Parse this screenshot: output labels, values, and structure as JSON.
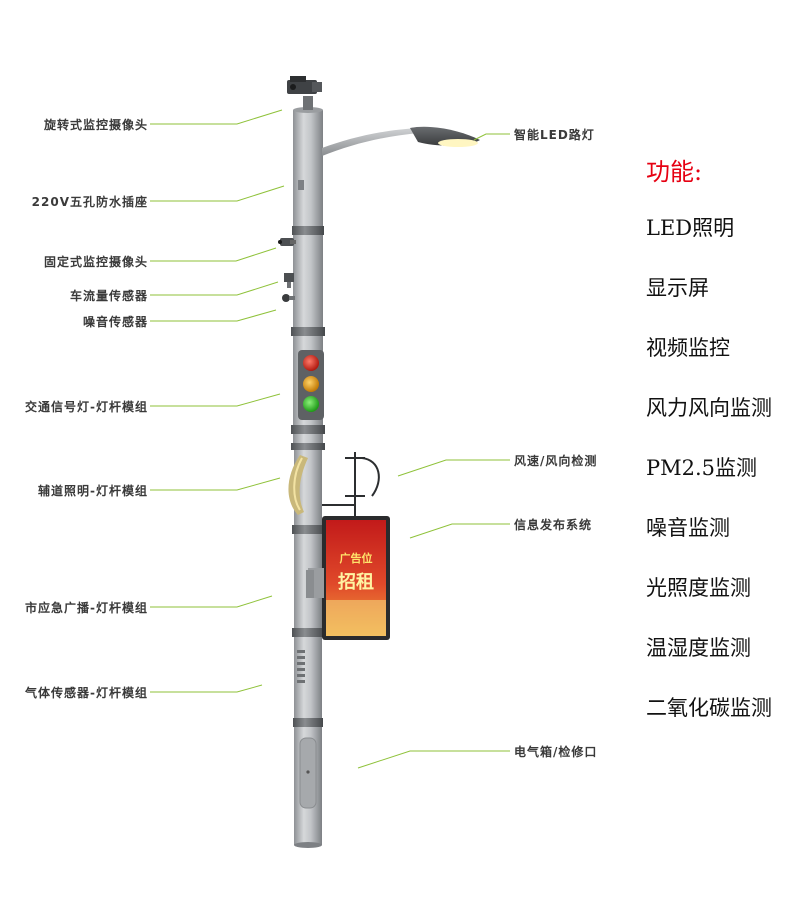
{
  "left_labels": [
    {
      "id": "rotating-camera",
      "text": "旋转式监控摄像头"
    },
    {
      "id": "socket",
      "text": "220V五孔防水插座"
    },
    {
      "id": "fixed-camera",
      "text": "固定式监控摄像头"
    },
    {
      "id": "traffic-sensor",
      "text": "车流量传感器"
    },
    {
      "id": "noise-sensor",
      "text": "噪音传感器"
    },
    {
      "id": "traffic-light",
      "text": "交通信号灯-灯杆模组"
    },
    {
      "id": "aux-lighting",
      "text": "辅道照明-灯杆模组"
    },
    {
      "id": "broadcast",
      "text": "市应急广播-灯杆模组"
    },
    {
      "id": "gas-sensor",
      "text": "气体传感器-灯杆模组"
    }
  ],
  "right_labels": [
    {
      "id": "led-lamp",
      "text": "智能LED路灯"
    },
    {
      "id": "wind",
      "text": "风速/风向检测"
    },
    {
      "id": "info-screen",
      "text": "信息发布系统"
    },
    {
      "id": "electric-box",
      "text": "电气箱/检修口"
    }
  ],
  "poster": {
    "line1": "广告位",
    "line2": "招租"
  },
  "functions": {
    "title": "功能:",
    "items": [
      "LED照明",
      "显示屏",
      "视频监控",
      "风力风向监测",
      "PM2.5监测",
      "噪音监测",
      "光照度监测",
      "温湿度监测",
      "二氧化碳监测"
    ]
  },
  "colors": {
    "leader_line": "#8fc23a",
    "title": "#e60012",
    "pole": "#b9bcbf",
    "band": "#6d7073"
  }
}
